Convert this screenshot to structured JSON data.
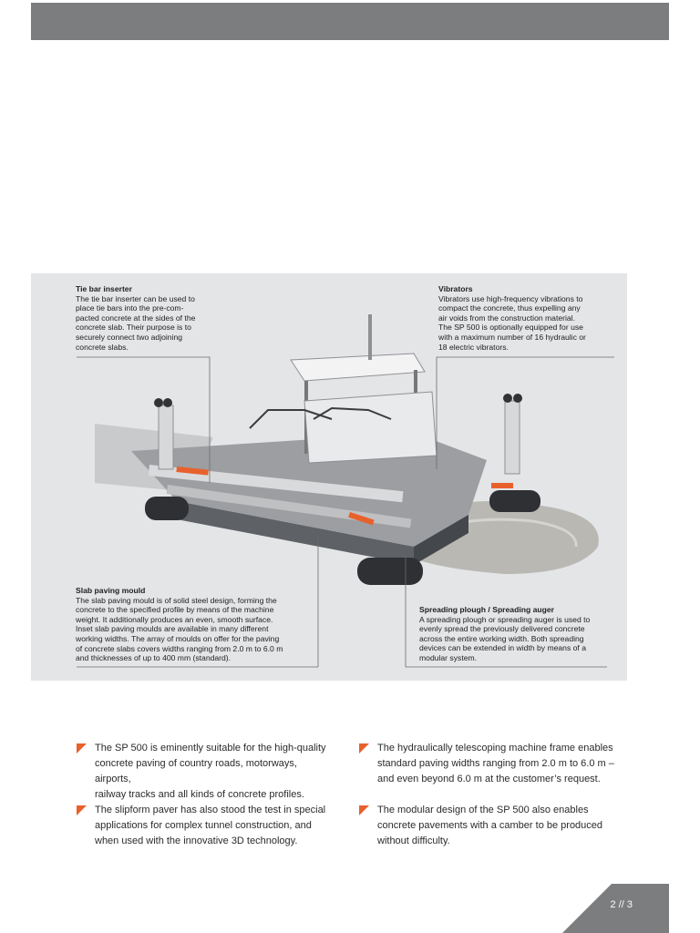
{
  "callouts": {
    "tie_bar": {
      "title": "Tie bar inserter",
      "body": "The tie bar inserter can be used to\nplace tie bars into the pre-com-\npacted concrete at the sides of the\nconcrete slab. Their purpose is to\nsecurely connect two adjoining\nconcrete slabs."
    },
    "vibrators": {
      "title": "Vibrators",
      "body": "Vibrators use high-frequency vibrations to\ncompact the concrete, thus expelling any\nair voids from the construction material.\nThe SP 500 is optionally equipped for use\nwith a maximum number of 16 hydraulic or\n18 electric vibrators."
    },
    "slab_mould": {
      "title": "Slab paving mould",
      "body": "The slab paving mould is of solid steel design, forming the\nconcrete to the specified profile by means of the machine\nweight. It additionally produces an even, smooth surface.\nInset slab paving moulds are available in many different\nworking widths. The array of moulds on offer for the paving\nof concrete slabs covers widths ranging from 2.0 m to 6.0 m\nand thicknesses of up to 400 mm (standard)."
    },
    "spreading": {
      "title": "Spreading plough / Spreading auger",
      "body": "A spreading plough or spreading auger is used to\nevenly spread the previously delivered concrete\nacross the entire working width. Both spreading\ndevices can be extended in width by means of a\nmodular system."
    }
  },
  "bullets": [
    "The SP 500 is eminently suitable for the high-quality\nconcrete paving of country roads, motorways, airports,\nrailway tracks and all kinds of concrete profiles.",
    "The hydraulically telescoping machine frame enables\nstandard paving widths ranging from 2.0 m to 6.0 m –\nand even beyond 6.0 m at the customer’s request.",
    "The slipform paver has also stood the test in special\napplications for complex tunnel construction, and\nwhen used with the innovative 3D technology.",
    "The modular design of the SP 500 also enables\nconcrete pavements with a camber to be produced\nwithout difficulty."
  ],
  "page": {
    "number": "2 // 3"
  },
  "colors": {
    "accent": "#e8612c",
    "bar": "#7b7d7f",
    "panel": "#e4e5e7"
  }
}
